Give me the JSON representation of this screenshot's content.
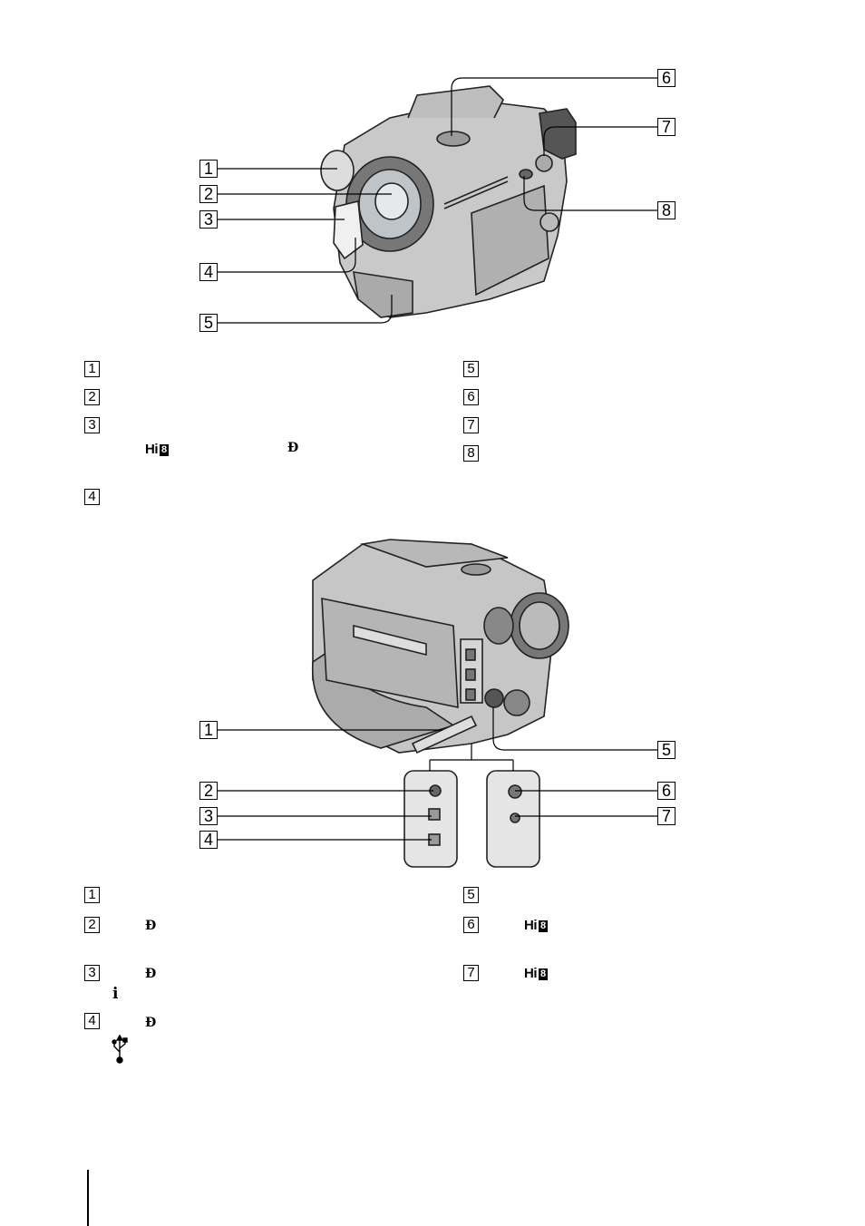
{
  "figure1": {
    "callouts": [
      "1",
      "2",
      "3",
      "4",
      "5",
      "6",
      "7",
      "8"
    ],
    "legend": [
      {
        "num": "1",
        "text": ""
      },
      {
        "num": "2",
        "text": ""
      },
      {
        "num": "3",
        "text": ""
      },
      {
        "num": "4",
        "text": ""
      },
      {
        "num": "5",
        "text": ""
      },
      {
        "num": "6",
        "text": ""
      },
      {
        "num": "7",
        "text": ""
      },
      {
        "num": "8",
        "text": ""
      }
    ],
    "hi8_mark": "Hi",
    "hi8_badge": "8",
    "dv_mark": "Ð"
  },
  "figure2": {
    "callouts": [
      "1",
      "2",
      "3",
      "4",
      "5",
      "6",
      "7"
    ],
    "legend": [
      {
        "num": "1",
        "text": ""
      },
      {
        "num": "2",
        "text": ""
      },
      {
        "num": "3",
        "text": ""
      },
      {
        "num": "4",
        "text": ""
      },
      {
        "num": "5",
        "text": ""
      },
      {
        "num": "6",
        "text": ""
      },
      {
        "num": "7",
        "text": ""
      }
    ],
    "hi8_mark": "Hi",
    "hi8_badge": "8",
    "dv_mark": "Ð",
    "ilink_mark": "i",
    "usb_icon": "usb-icon"
  }
}
